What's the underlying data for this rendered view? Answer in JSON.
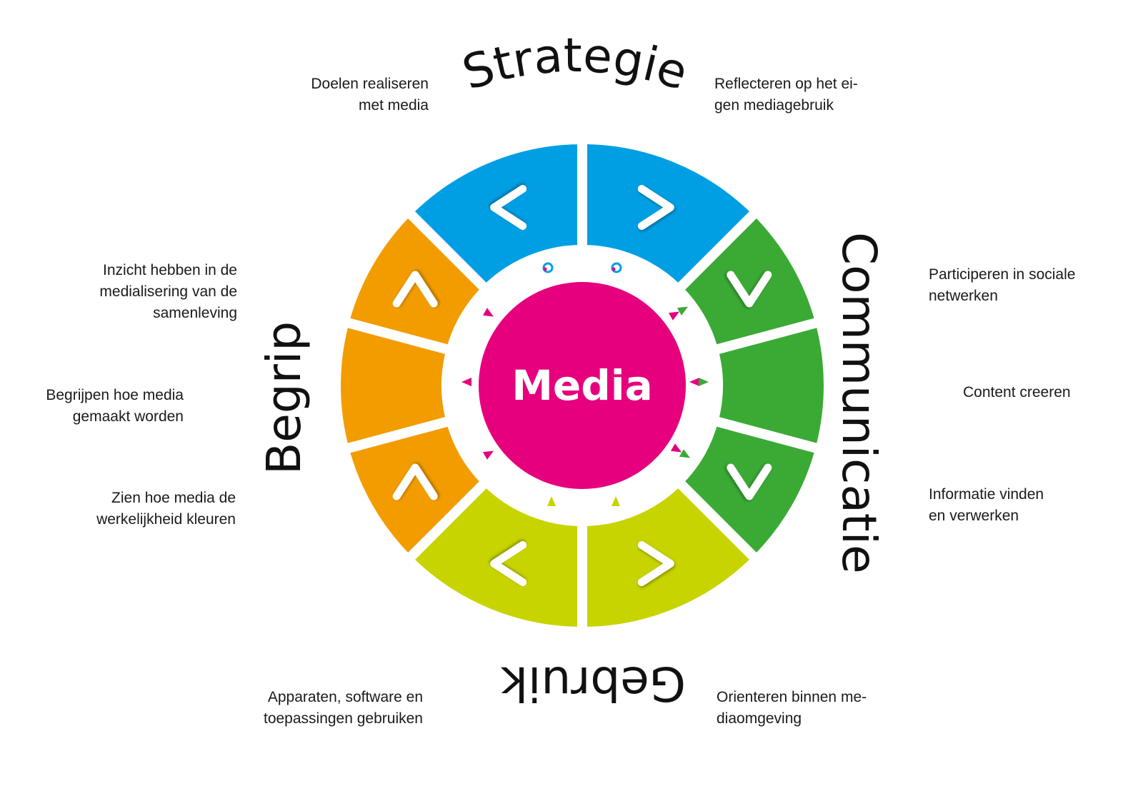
{
  "center_label": "Media",
  "categories": {
    "strategie": "Strategie",
    "communicatie": "Communicatie",
    "gebruik": "Gebruik",
    "begrip": "Begrip"
  },
  "colors": {
    "strategie": "#009fe3",
    "communicatie": "#3aaa35",
    "gebruik": "#c8d400",
    "begrip": "#f39c00",
    "center": "#e6007e"
  },
  "descriptions": {
    "doelen": [
      "Doelen realiseren",
      "met media"
    ],
    "reflecteren": [
      "Reflecteren op het ei-",
      "gen mediagebruik"
    ],
    "inzicht": [
      "Inzicht hebben in de",
      "medialisering van de",
      "samenleving"
    ],
    "begrijpen": [
      "Begrijpen hoe media",
      "gemaakt worden"
    ],
    "zien": [
      "Zien hoe media de",
      "werkelijkheid kleuren"
    ],
    "participeren": [
      "Participeren in sociale",
      "netwerken"
    ],
    "content": [
      "Content creeren"
    ],
    "informatie": [
      "Informatie vinden",
      "en verwerken"
    ],
    "apparaten": [
      "Apparaten, software en",
      "toepassingen gebruiken"
    ],
    "orienteren": [
      "Orienteren binnen me-",
      "diaomgeving"
    ]
  }
}
